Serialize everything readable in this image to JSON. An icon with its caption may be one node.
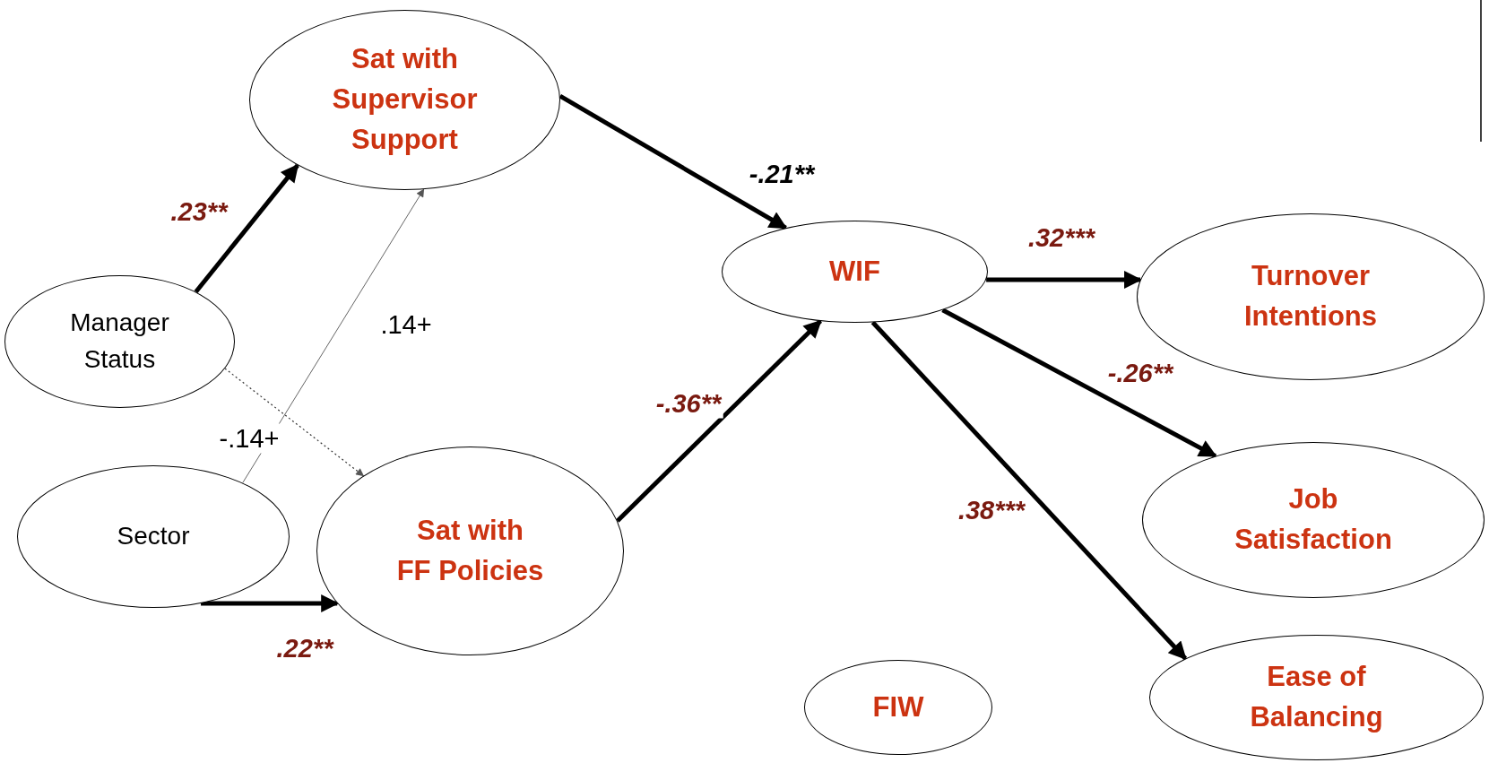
{
  "diagram": {
    "nodes": [
      {
        "text": [
          "Sat with Supervisor Support"
        ]
      },
      {
        "text": [
          "Manager Status"
        ]
      },
      {
        "text": [
          "WIF"
        ]
      },
      {
        "text": [
          "Turnover Intentions"
        ]
      },
      {
        "text": [
          "Sector"
        ]
      },
      {
        "text": [
          "Sat with FF Policies"
        ]
      },
      {
        "text": [
          "Job Satisfaction"
        ]
      },
      {
        "text": [
          "FIW"
        ]
      },
      {
        "text": [
          "Ease of Balancing"
        ]
      }
    ],
    "edges": [
      {
        "from": 1,
        "to": 0,
        "arrow": "to",
        "label": ".23**"
      },
      {
        "from": 4,
        "to": 0,
        "arrow": "to",
        "label": ".14+",
        "color": "#666666"
      },
      {
        "from": 1,
        "to": 5,
        "arrow": "to",
        "label": "-.14+",
        "style": "dashed"
      },
      {
        "from": 4,
        "to": 5,
        "arrow": "to",
        "label": ".22**"
      },
      {
        "from": 0,
        "to": 2,
        "arrow": "to",
        "label": "-.21**"
      },
      {
        "from": 5,
        "to": 2,
        "arrow": "to",
        "label": "-.36**"
      },
      {
        "from": 2,
        "to": 3,
        "arrow": "to",
        "label": ".32***"
      },
      {
        "from": 2,
        "to": 6,
        "arrow": "to",
        "label": "-.26**"
      },
      {
        "from": 2,
        "to": 8,
        "arrow": "to",
        "label": ".38***"
      }
    ]
  }
}
